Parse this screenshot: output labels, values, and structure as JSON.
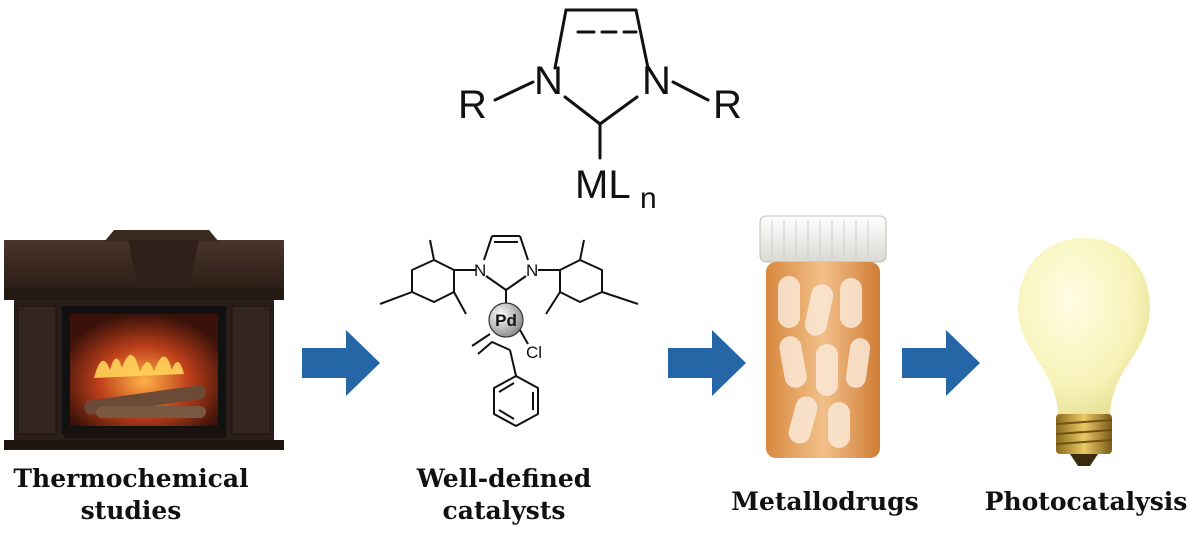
{
  "structure": {
    "left_substituent": "R",
    "right_substituent": "R",
    "left_nitrogen": "N",
    "right_nitrogen": "N",
    "metal_fragment": "ML",
    "metal_subscript": "n"
  },
  "catalyst": {
    "metal": "Pd",
    "ligand": "Cl",
    "left_nitrogen": "N",
    "right_nitrogen": "N"
  },
  "captions": {
    "thermochemical": [
      "Thermochemical",
      "studies"
    ],
    "catalysts": [
      "Well-defined",
      "catalysts"
    ],
    "metallodrugs": [
      "Metallodrugs"
    ],
    "photocatalysis": [
      "Photocatalysis"
    ]
  },
  "colors": {
    "arrow": "#2466a6",
    "bulb": "#f7f3b8",
    "pill_bottle": "#e9a866",
    "cap": "#f4f4f0",
    "fireplace": "#3a2a22"
  },
  "icons": [
    "fireplace-icon",
    "pill-bottle-icon",
    "light-bulb-icon",
    "right-arrow-icon"
  ]
}
